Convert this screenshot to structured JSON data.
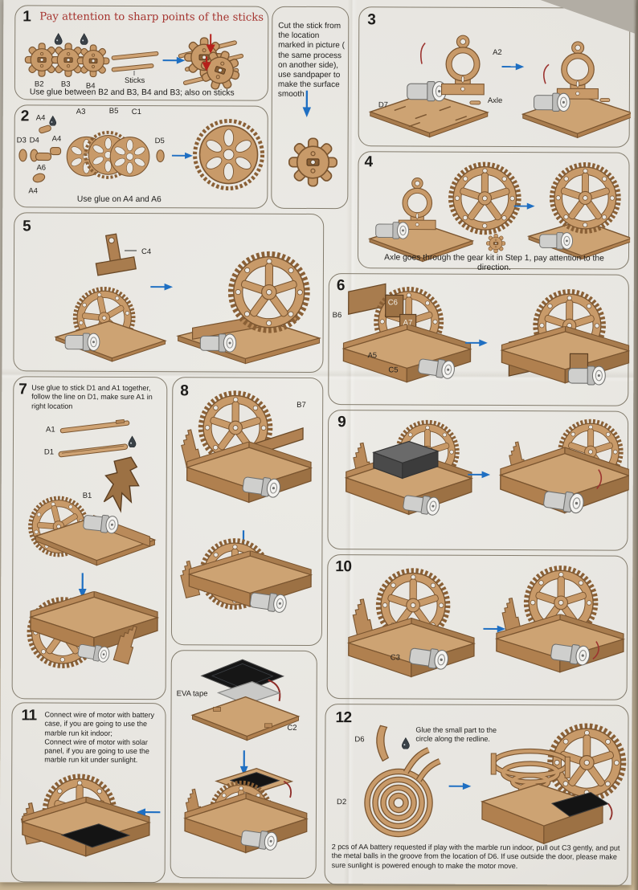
{
  "colors": {
    "wood": "#c89a69",
    "wood_dark": "#7a5530",
    "paper": "#e9e7e2",
    "accent_red": "#a5342f",
    "arrow_blue": "#1f6fc2",
    "solar_black": "#141414"
  },
  "panels": {
    "s1": {
      "num": "1",
      "title": "Pay attention to sharp points of the sticks",
      "labels": {
        "b2": "B2",
        "b3": "B3",
        "b4": "B4",
        "sticks": "Sticks"
      },
      "caption": "Use glue between B2 and B3, B4 and B3; also on sticks"
    },
    "cut_note": {
      "text": "Cut the stick from the location marked in picture ( the same process on another side), use sandpaper to make the surface smooth"
    },
    "s2": {
      "num": "2",
      "labels": {
        "a4_top": "A4",
        "a3": "A3",
        "b5": "B5",
        "c1": "C1",
        "d3": "D3",
        "d4": "D4",
        "a4_mid": "A4",
        "d5": "D5",
        "a6": "A6",
        "a4_bot": "A4"
      },
      "caption": "Use glue on A4 and A6"
    },
    "s3": {
      "num": "3",
      "labels": {
        "a2": "A2",
        "axle": "Axle",
        "d7": "D7"
      }
    },
    "s4": {
      "num": "4",
      "caption": "Axle goes through the gear kit in Step 1, pay attention to the direction."
    },
    "s5": {
      "num": "5",
      "labels": {
        "c4": "C4"
      }
    },
    "s6": {
      "num": "6",
      "labels": {
        "b6": "B6",
        "c6": "C6",
        "a7": "A7",
        "a5": "A5",
        "c5": "C5"
      }
    },
    "s7": {
      "num": "7",
      "text": "Use glue to stick D1 and A1 together, follow the line on D1, make sure A1 in right location",
      "labels": {
        "a1": "A1",
        "d1": "D1",
        "b1": "B1"
      }
    },
    "s8": {
      "num": "8",
      "labels": {
        "b7": "B7"
      }
    },
    "s9": {
      "num": "9"
    },
    "s10": {
      "num": "10",
      "labels": {
        "c3": "C3"
      }
    },
    "s11": {
      "num": "11",
      "text1": "Connect wire of motor with battery case, if you are going to use the marble run kit indoor;",
      "text2": "Connect wire of motor with solar panel, if you are going to use the marble run kit under sunlight."
    },
    "eva": {
      "labels": {
        "eva": "EVA tape",
        "c2": "C2"
      }
    },
    "s12": {
      "num": "12",
      "note": "Glue the small part to the circle along the redline.",
      "labels": {
        "d6": "D6",
        "d2": "D2"
      },
      "footer": "2 pcs of AA battery requested if play with the marble run indoor, pull out C3 gently, and put the metal balls in the groove from the location of D6. If use outside the door, please make sure sunlight is powered enough to make the motor move."
    }
  }
}
